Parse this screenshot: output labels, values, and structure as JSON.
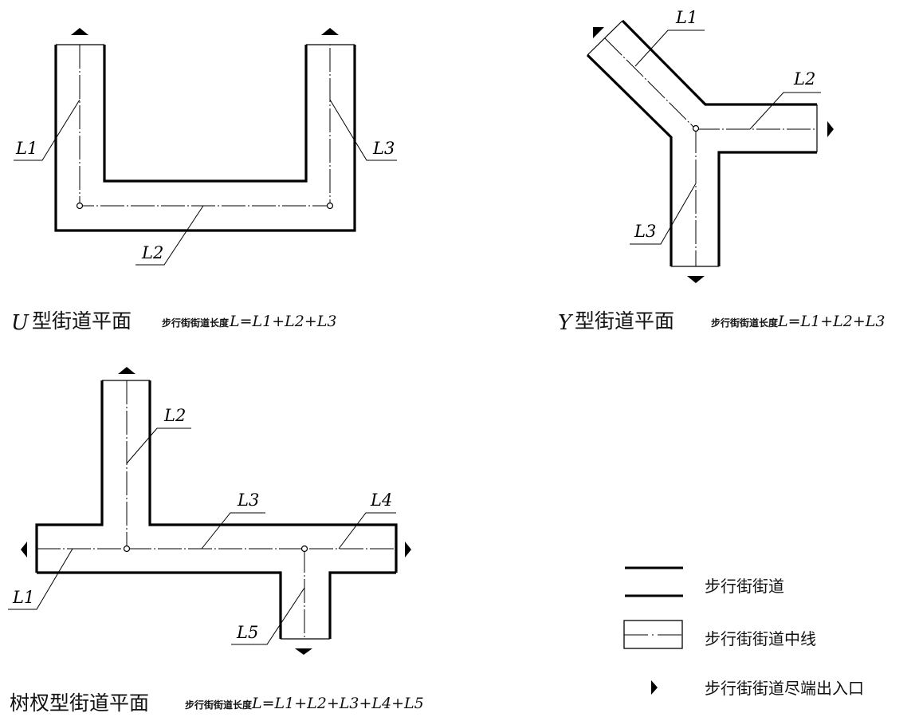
{
  "diagrams": [
    {
      "id": "u",
      "title_prefix": "U",
      "title": "型街道平面",
      "length_label": "步行街街道长度",
      "formula": "L=L1+L2+L3",
      "segment_labels": [
        "L1",
        "L2",
        "L3"
      ]
    },
    {
      "id": "y",
      "title_prefix": "Y",
      "title": "型街道平面",
      "length_label": "步行街街道长度",
      "formula": "L=L1+L2+L3",
      "segment_labels": [
        "L1",
        "L2",
        "L3"
      ]
    },
    {
      "id": "branch",
      "title_prefix": "",
      "title": "树杈型街道平面",
      "length_label": "步行街街道长度",
      "formula": "L=L1+L2+L3+L4+L5",
      "segment_labels": [
        "L1",
        "L2",
        "L3",
        "L4",
        "L5"
      ]
    }
  ],
  "legend": {
    "items": [
      {
        "symbol": "double-thick-line",
        "label": "步行街街道"
      },
      {
        "symbol": "box-with-centerline",
        "label": "步行街街道中线"
      },
      {
        "symbol": "triangle-right",
        "label": "步行街街道尽端出入口"
      }
    ]
  }
}
